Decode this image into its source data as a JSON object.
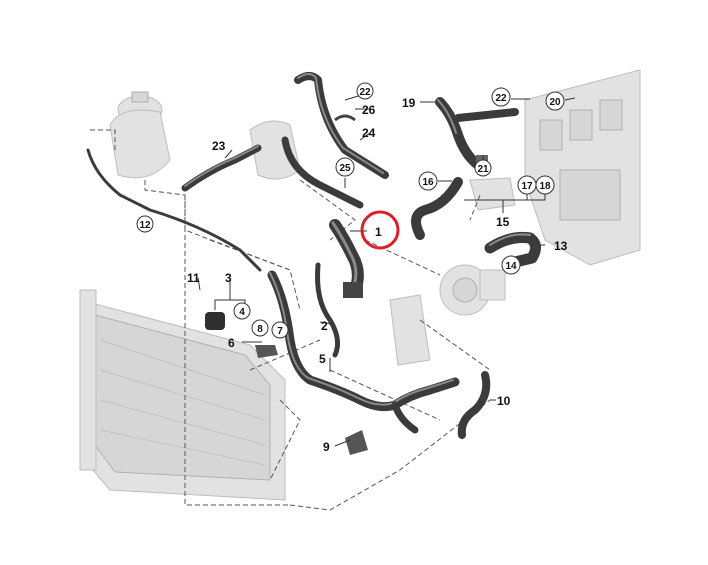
{
  "diagram": {
    "part_numbers": {
      "p1": "1",
      "p2": "2",
      "p3": "3",
      "p4": "4",
      "p5": "5",
      "p6": "6",
      "p7": "7",
      "p8": "8",
      "p9": "9",
      "p10": "10",
      "p11": "11",
      "p12": "12",
      "p13": "13",
      "p14": "14",
      "p15": "15",
      "p16": "16",
      "p17": "17",
      "p18": "18",
      "p19": "19",
      "p20": "20",
      "p21": "21",
      "p22a": "22",
      "p22b": "22",
      "p23": "23",
      "p24": "24",
      "p25": "25",
      "p26": "26"
    },
    "highlight_color": "#d9202a",
    "highlighted_part": "1"
  }
}
